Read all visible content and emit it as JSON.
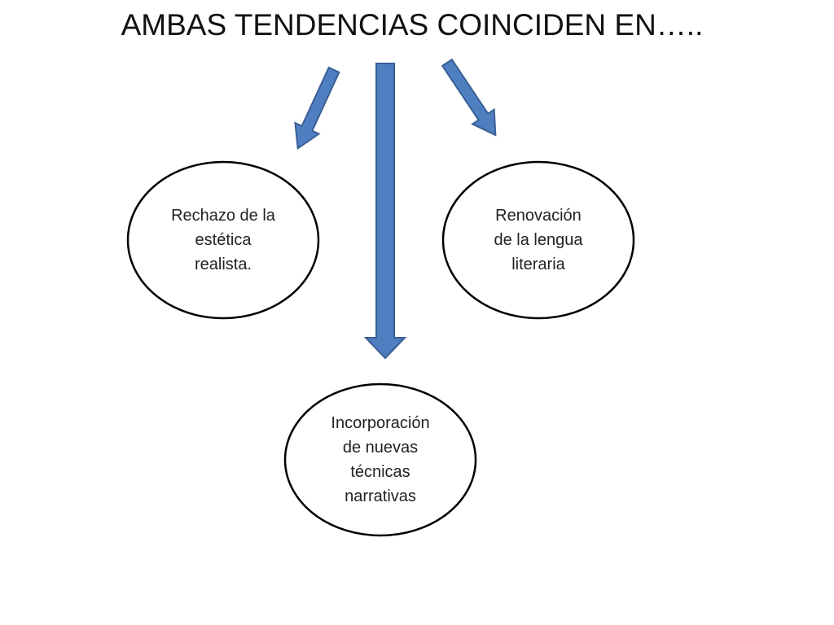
{
  "title": "AMBAS TENDENCIAS COINCIDEN EN…..",
  "colors": {
    "arrow_fill": "#4f7fc1",
    "arrow_stroke": "#3a5f95",
    "node_stroke": "#000000",
    "node_fill": "#ffffff"
  },
  "nodes": [
    {
      "id": "rechazo",
      "label": "Rechazo de la\nestética\nrealista."
    },
    {
      "id": "renovacion",
      "label": "Renovación\nde la lengua\nliteraria"
    },
    {
      "id": "incorporacion",
      "label": "Incorporación\nde nuevas\ntécnicas\nnarrativas"
    }
  ]
}
